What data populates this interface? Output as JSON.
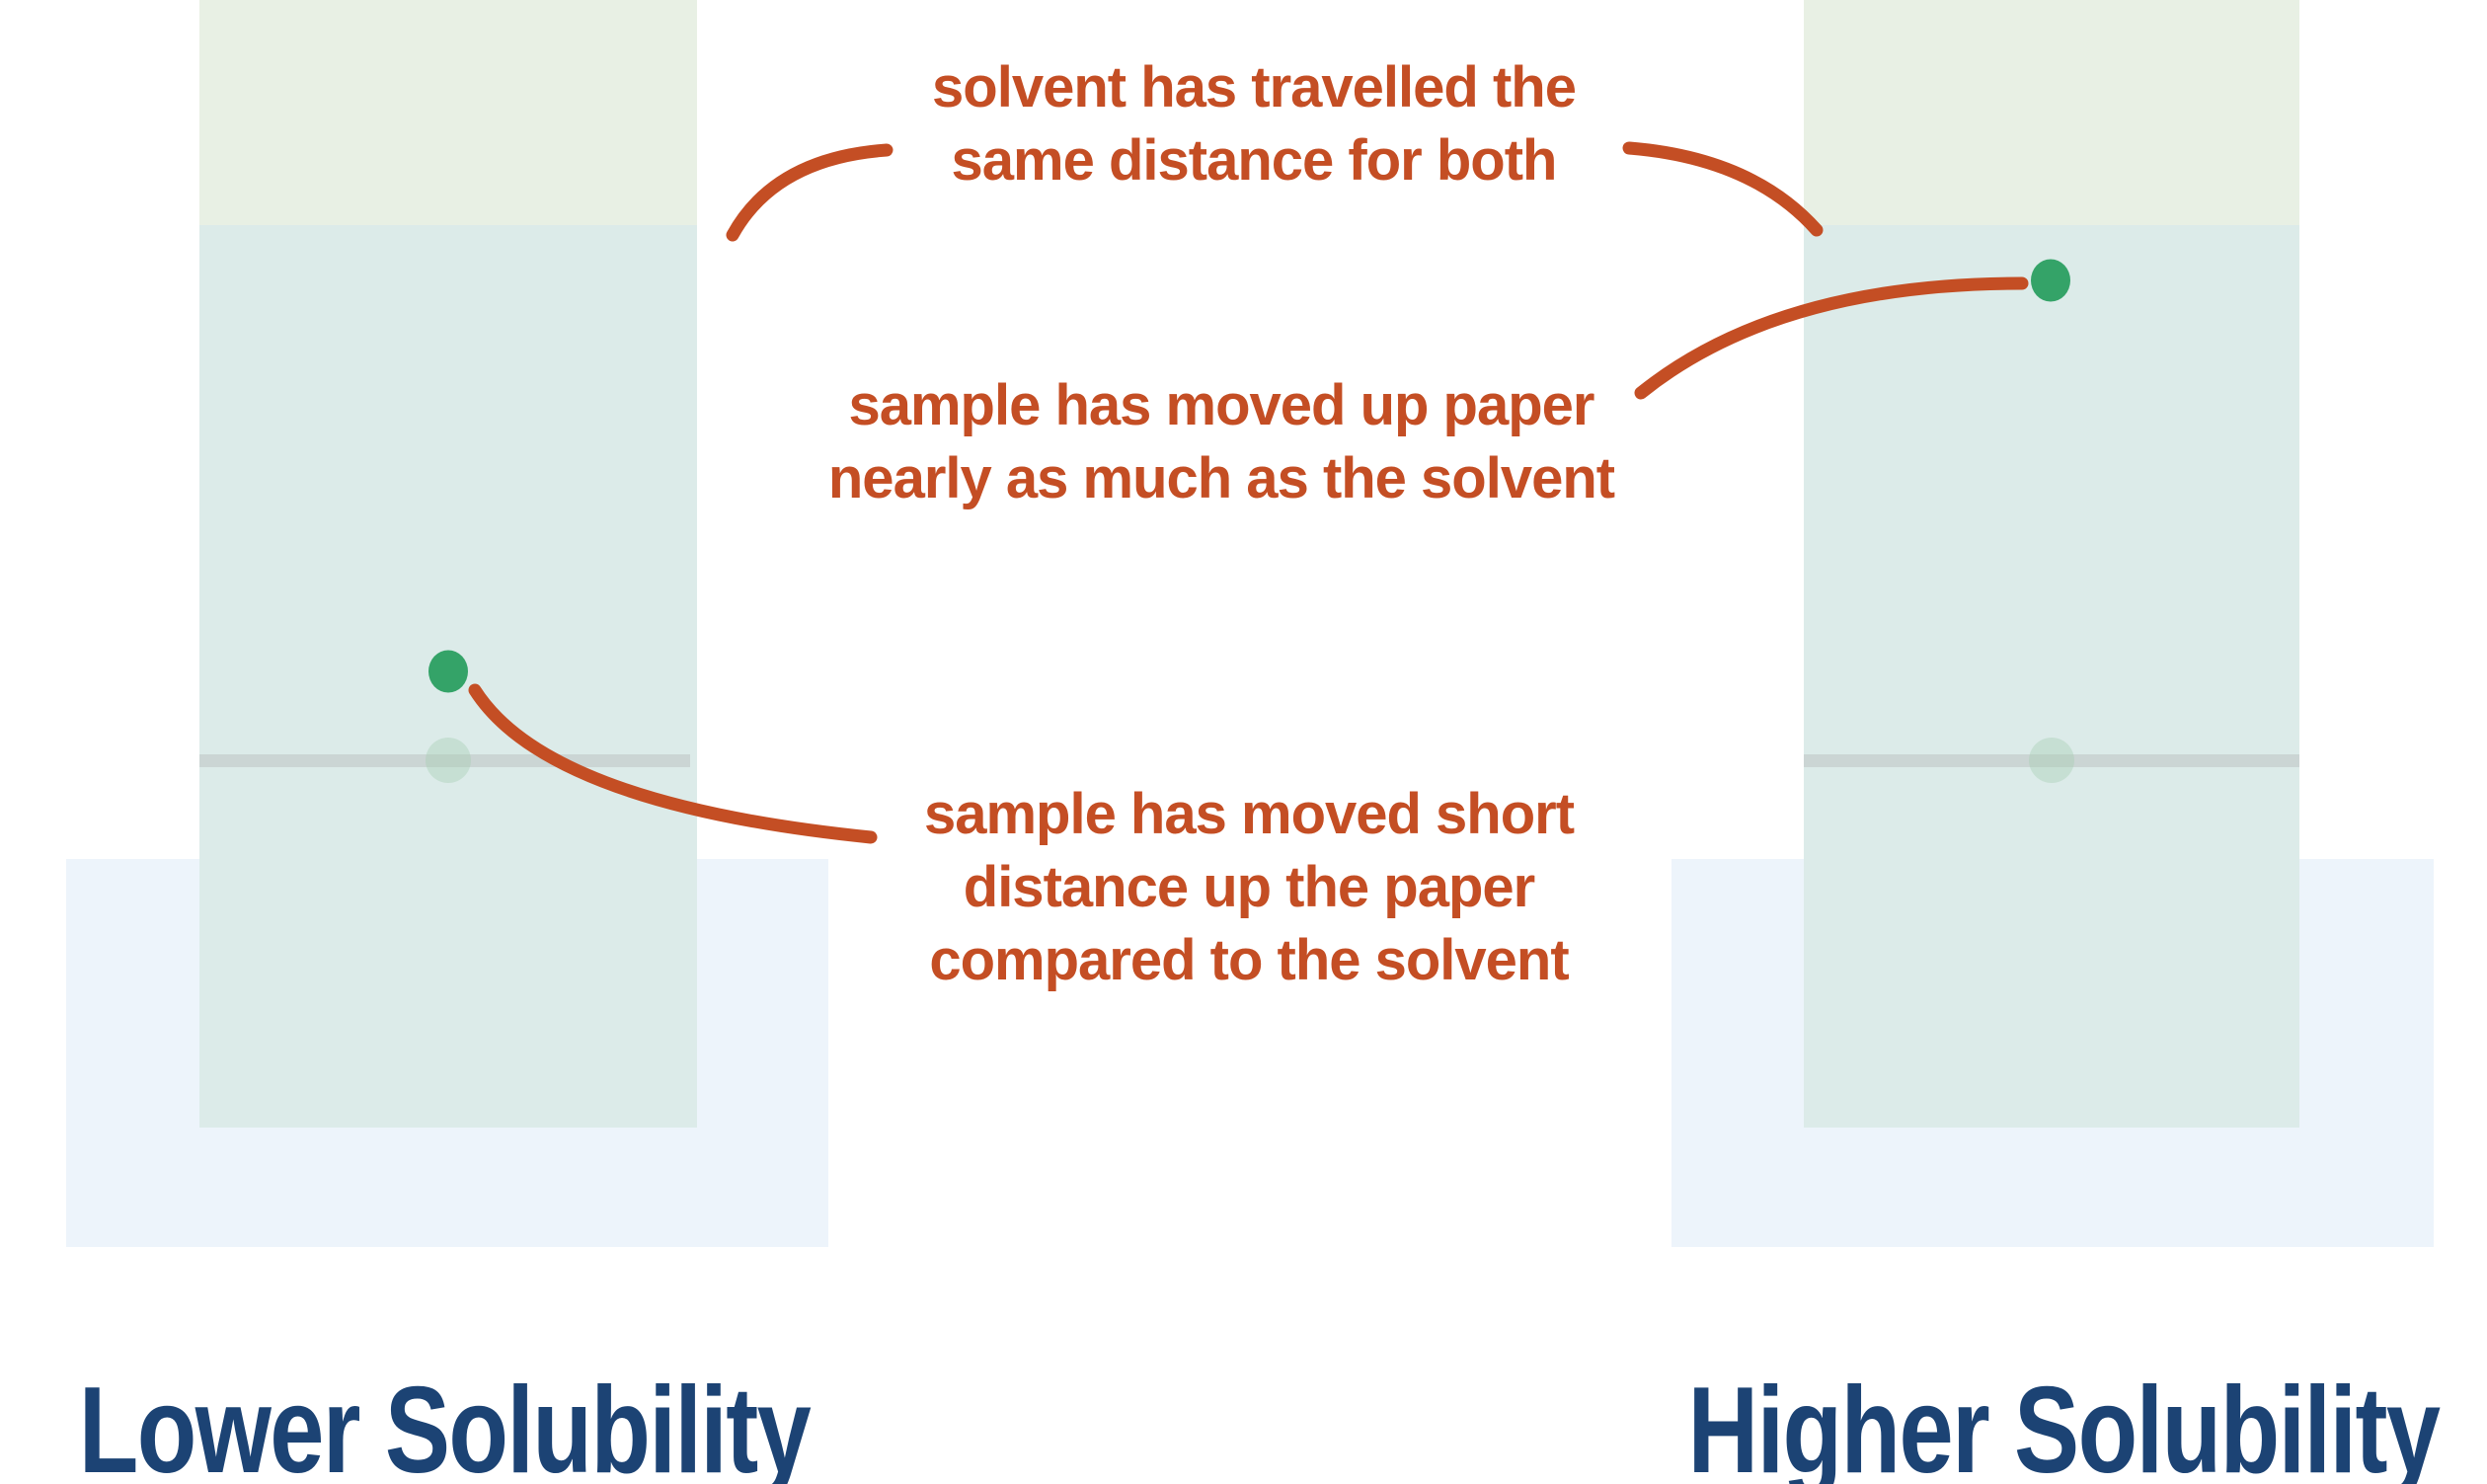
{
  "panels": {
    "left": {
      "label": "Lower Solubility"
    },
    "right": {
      "label": "Higher Solubility"
    }
  },
  "annotations": {
    "solvent_front": {
      "line1": "solvent has travelled the",
      "line2": "same distance for both"
    },
    "high_solubility_sample": {
      "line1": "sample has moved up paper",
      "line2": "nearly as much as the solvent"
    },
    "low_solubility_sample": {
      "line1": "sample has moved short",
      "line2": "distance up the paper",
      "line3": "compared to the solvent"
    }
  },
  "colors": {
    "annotation_orange": "#c44e24",
    "label_navy": "#1c4374",
    "paper_dry_green": "#e8f0e4",
    "paper_wet_teal": "#dcebe9",
    "solvent_container_blue": "#edf4fb",
    "baseline_gray": "#cbd5d4",
    "sample_spot_green": "#34a368"
  }
}
